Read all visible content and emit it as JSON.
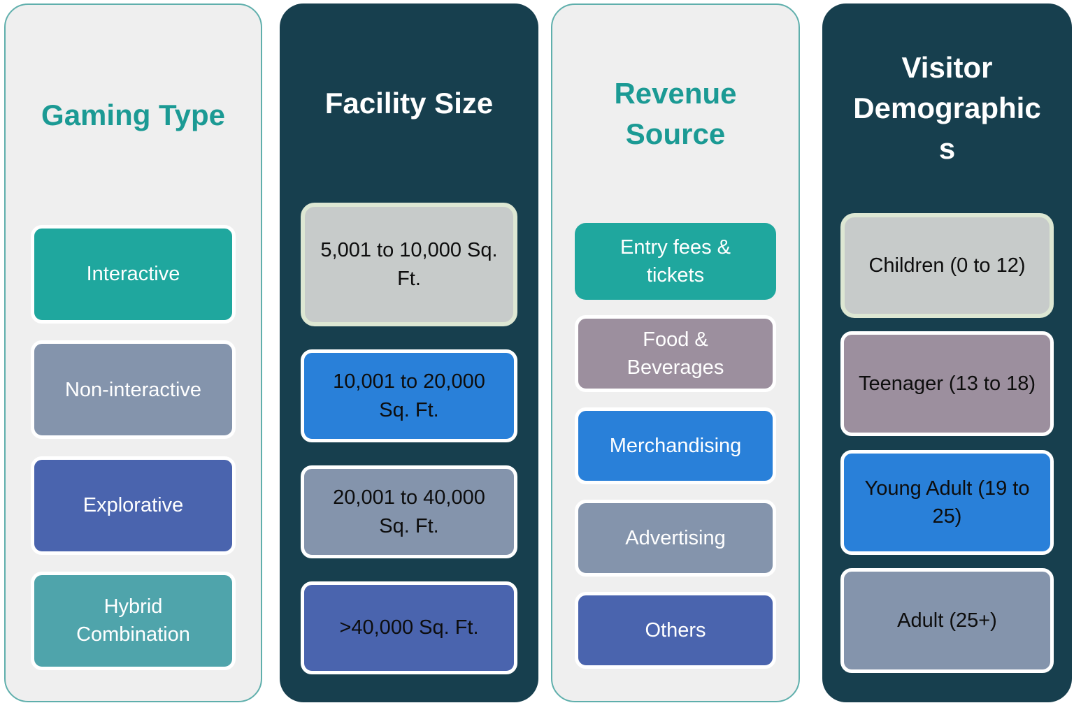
{
  "panels": [
    {
      "id": "gaming-type",
      "theme": "light",
      "bg": "#EFEFEF",
      "border_color": "#5FAFAC",
      "title_color": "#1B9A94",
      "title_lines": [
        "Gaming Type"
      ],
      "items": [
        {
          "label": "Interactive",
          "bg": "#1FA79E",
          "text_color": "#FFFFFF",
          "border_color": "#FFFFFF"
        },
        {
          "label": "Non-interactive",
          "bg": "#8494AC",
          "text_color": "#FFFFFF",
          "border_color": "#FFFFFF"
        },
        {
          "label": "Explorative",
          "bg": "#4A64AE",
          "text_color": "#FFFFFF",
          "border_color": "#FFFFFF"
        },
        {
          "label": "Hybrid Combination",
          "bg": "#4FA4AB",
          "text_color": "#FFFFFF",
          "border_color": "#FFFFFF"
        }
      ]
    },
    {
      "id": "facility-size",
      "theme": "dark",
      "bg": "#173F4E",
      "title_color": "#FFFFFF",
      "title_lines": [
        "Facility Size"
      ],
      "items": [
        {
          "label": "5,001 to 10,000 Sq. Ft.",
          "bg": "#C7CBCA",
          "text_color": "#0D0D0D",
          "border_color": "#DDE7D3"
        },
        {
          "label": "10,001 to 20,000 Sq. Ft.",
          "bg": "#2980D9",
          "text_color": "#0D0D0D",
          "border_color": "#FFFFFF"
        },
        {
          "label": "20,001 to 40,000 Sq. Ft.",
          "bg": "#8494AC",
          "text_color": "#0D0D0D",
          "border_color": "#FFFFFF"
        },
        {
          "label": ">40,000 Sq. Ft.",
          "bg": "#4A64AE",
          "text_color": "#0D0D0D",
          "border_color": "#FFFFFF"
        }
      ]
    },
    {
      "id": "revenue-source",
      "theme": "light",
      "bg": "#EFEFEF",
      "border_color": "#5FAFAC",
      "title_color": "#1B9A94",
      "title_lines": [
        "Revenue",
        "Source"
      ],
      "items": [
        {
          "label": "Entry fees & tickets",
          "bg": "#1FA79E",
          "text_color": "#FFFFFF",
          "border_color": "none"
        },
        {
          "label": "Food & Beverages",
          "bg": "#9C8F9E",
          "text_color": "#FFFFFF",
          "border_color": "#FFFFFF"
        },
        {
          "label": "Merchandising",
          "bg": "#2980D9",
          "text_color": "#FFFFFF",
          "border_color": "#FFFFFF"
        },
        {
          "label": "Advertising",
          "bg": "#8494AC",
          "text_color": "#FFFFFF",
          "border_color": "#FFFFFF"
        },
        {
          "label": "Others",
          "bg": "#4A64AE",
          "text_color": "#FFFFFF",
          "border_color": "#FFFFFF"
        }
      ]
    },
    {
      "id": "visitor-demographics",
      "theme": "dark",
      "bg": "#173F4E",
      "title_color": "#FFFFFF",
      "title_lines": [
        "Visitor",
        "Demographic",
        "s"
      ],
      "items": [
        {
          "label": "Children (0 to 12)",
          "bg": "#C7CBCA",
          "text_color": "#0D0D0D",
          "border_color": "#DDE7D3"
        },
        {
          "label": "Teenager (13 to 18)",
          "bg": "#9C8F9E",
          "text_color": "#0D0D0D",
          "border_color": "#FFFFFF"
        },
        {
          "label": "Young Adult (19 to 25)",
          "bg": "#2980D9",
          "text_color": "#0D0D0D",
          "border_color": "#FFFFFF"
        },
        {
          "label": "Adult (25+)",
          "bg": "#8494AC",
          "text_color": "#0D0D0D",
          "border_color": "#FFFFFF"
        }
      ]
    }
  ]
}
